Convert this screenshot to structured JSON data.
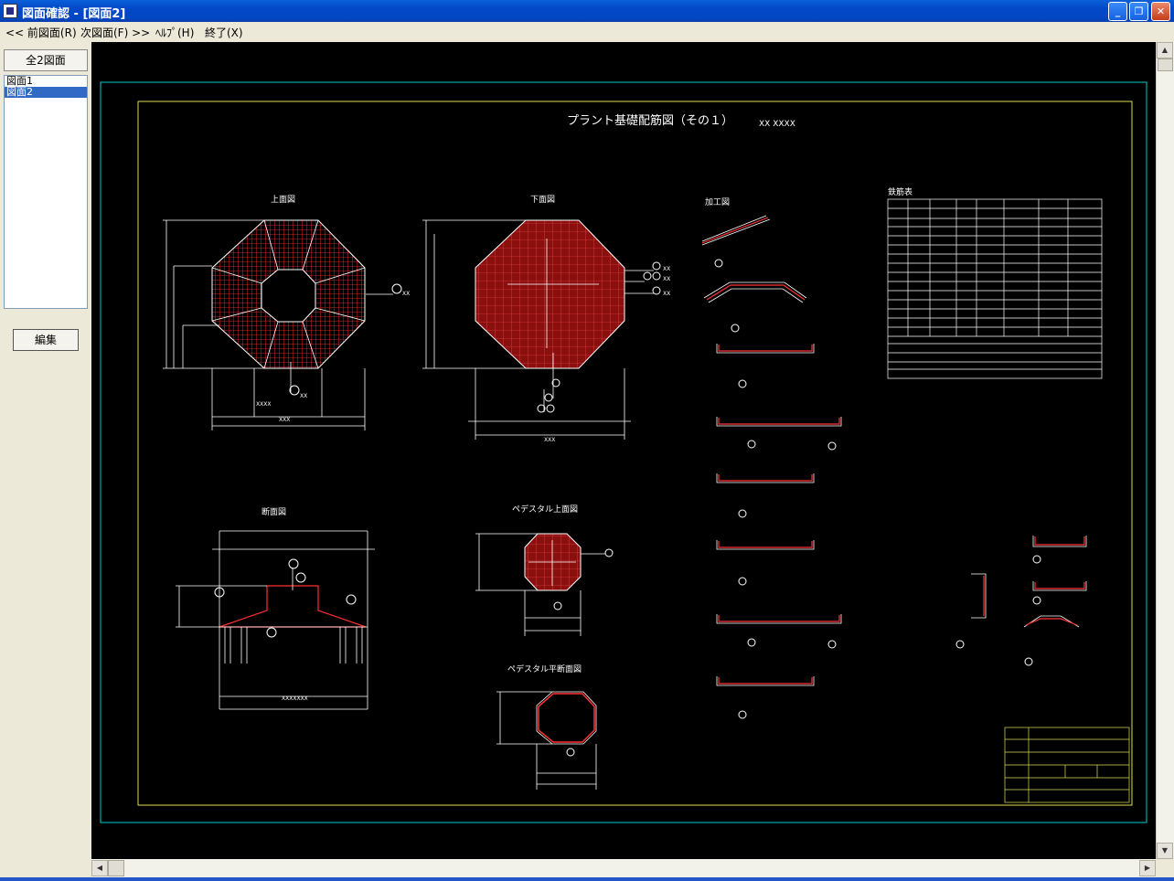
{
  "window": {
    "title": "図面確認 - [図面2]"
  },
  "menu": {
    "prev": "<< 前図面(R)",
    "next": "次図面(F) >>",
    "help": "ﾍﾙﾌﾟ(H)",
    "quit": "終了(X)"
  },
  "sidebar": {
    "all_label": "全2図面",
    "items": [
      {
        "label": "図面1",
        "selected": false
      },
      {
        "label": "図面2",
        "selected": true
      }
    ],
    "edit_label": "編集"
  },
  "drawing": {
    "title": "プラント基礎配筋図（その１）",
    "title_suffix": "XX XXXX",
    "views": {
      "top": "上面図",
      "bottom": "下面図",
      "section": "断面図",
      "pedestal_top": "ペデスタル上面図",
      "pedestal_plan_section": "ペデスタル平断面図",
      "bending": "加工図",
      "rebar_table": "鉄筋表"
    },
    "colors": {
      "background": "#000000",
      "rebar": "#ff2a2a",
      "lines": "#ffffff",
      "outer_frame": "#00cccc",
      "inner_frame": "#dddd55"
    }
  }
}
